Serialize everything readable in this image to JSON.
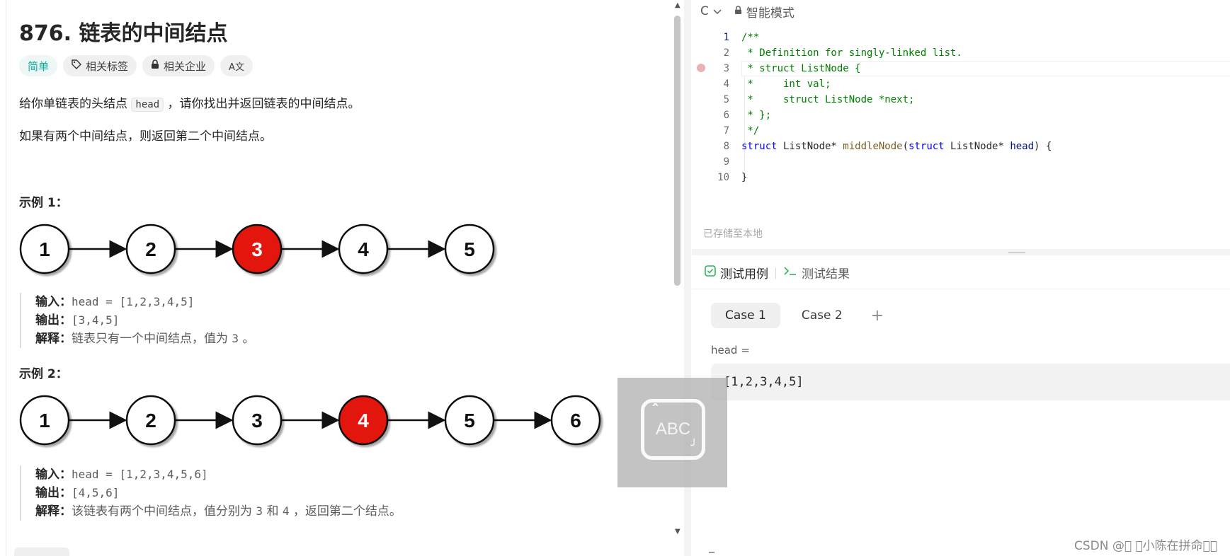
{
  "problem": {
    "title": "876. 链表的中间结点",
    "tags": [
      {
        "label": "简单",
        "icon": ""
      },
      {
        "label": "相关标签",
        "icon": "tag-icon"
      },
      {
        "label": "相关企业",
        "icon": "lock-icon"
      },
      {
        "label": "",
        "icon": "translate-icon"
      }
    ],
    "translate_glyph": "A文",
    "desc_prefix": "给你单链表的头结点 ",
    "desc_code": "head",
    "desc_suffix": " ，请你找出并返回链表的中间结点。",
    "desc2": "如果有两个中间结点，则返回第二个中间结点。"
  },
  "examples": [
    {
      "heading": "示例 1：",
      "nodes": [
        "1",
        "2",
        "3",
        "4",
        "5"
      ],
      "highlight_index": 2,
      "input_label": "输入：",
      "input": "head = [1,2,3,4,5]",
      "output_label": "输出：",
      "output": "[3,4,5]",
      "explain_label": "解释：",
      "explain_prefix": "链表只有一个中间结点，值为 ",
      "explain_code": "3",
      "explain_suffix": " 。"
    },
    {
      "heading": "示例 2：",
      "nodes": [
        "1",
        "2",
        "3",
        "4",
        "5",
        "6"
      ],
      "highlight_index": 3,
      "input_label": "输入：",
      "input": "head = [1,2,3,4,5,6]",
      "output_label": "输出：",
      "output": "[4,5,6]",
      "explain_label": "解释：",
      "explain_prefix": "该链表有两个中间结点，值分别为 ",
      "explain_code1": "3",
      "explain_mid": " 和 ",
      "explain_code2": "4",
      "explain_suffix": " ，返回第二个结点。"
    }
  ],
  "editor": {
    "language": "C",
    "mode": "智能模式",
    "saved_text": "已存储至本地",
    "lines": [
      {
        "n": "1",
        "code": "/**"
      },
      {
        "n": "2",
        "code": " * Definition for singly-linked list."
      },
      {
        "n": "3",
        "code": " * struct ListNode {"
      },
      {
        "n": "4",
        "code": " *     int val;"
      },
      {
        "n": "5",
        "code": " *     struct ListNode *next;"
      },
      {
        "n": "6",
        "code": " * };"
      },
      {
        "n": "7",
        "code": " */"
      },
      {
        "n": "8",
        "code": "struct ListNode* middleNode(struct ListNode* head) {"
      },
      {
        "n": "9",
        "code": ""
      },
      {
        "n": "10",
        "code": "}"
      }
    ]
  },
  "testpanel": {
    "tab_cases": "测试用例",
    "tab_result": "测试结果",
    "cases": [
      "Case 1",
      "Case 2"
    ],
    "add_glyph": "+",
    "field_label": "head =",
    "field_value": "[1,2,3,4,5]"
  },
  "overlay": {
    "label": "ABC"
  },
  "watermark": "CSDN @\u0000 \u0000小陈在拼命\u0000\u0000",
  "colors": {
    "easy": "#00af9b",
    "highlight_node": "#e3130b",
    "comment": "#008000",
    "keyword": "#0000ff",
    "function": "#795e26"
  }
}
